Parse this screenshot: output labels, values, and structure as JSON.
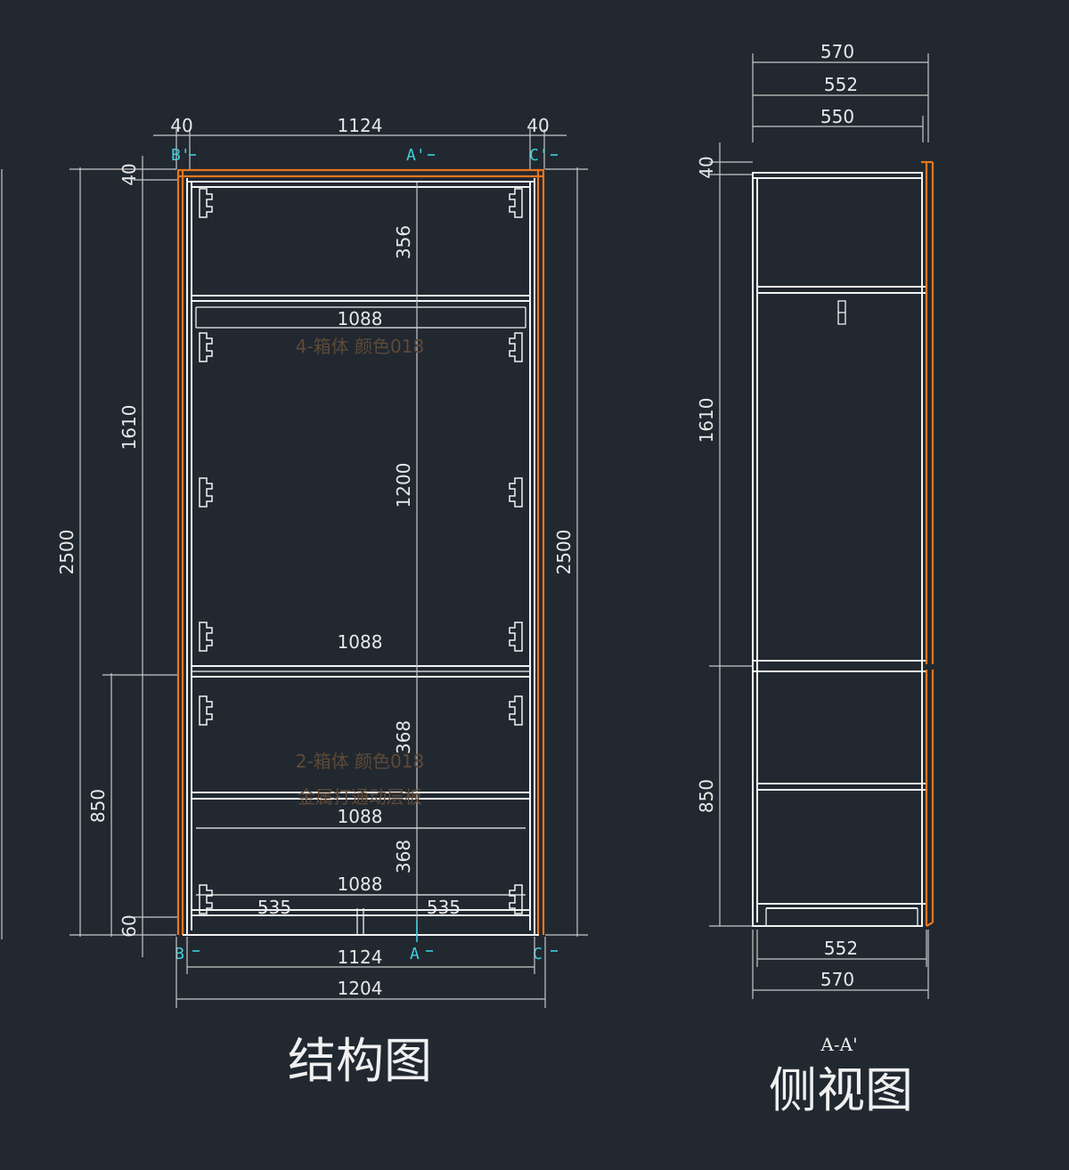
{
  "front_view": {
    "title": "结构图",
    "top_dims": [
      "40",
      "1124",
      "40"
    ],
    "bottom_dims": [
      "1124",
      "1204"
    ],
    "left_dims": [
      "40",
      "1610",
      "850",
      "60"
    ],
    "overall_height_left": "2500",
    "overall_height_right": "2500",
    "inner_heights": [
      "356",
      "1200",
      "368",
      "368"
    ],
    "shelf_widths": [
      "1088",
      "1088",
      "1088",
      "1088"
    ],
    "drawer_widths": [
      "535",
      "535"
    ],
    "section_marks": {
      "top_left": "B'",
      "top_mid": "A'",
      "top_right": "C'",
      "bottom_left": "B",
      "bottom_mid": "A",
      "bottom_right": "C"
    },
    "notes": [
      "4-箱体 颜色018",
      "2-箱体 颜色018",
      "金属打通动层板"
    ]
  },
  "side_view": {
    "title": "侧视图",
    "section_label": "A-A'",
    "top_dims": [
      "570",
      "552",
      "550"
    ],
    "bottom_dims": [
      "552",
      "570"
    ],
    "left_dims": [
      "40",
      "1610",
      "850"
    ]
  },
  "colors": {
    "background": "#212830",
    "line": "#f2f2f2",
    "door_edge": "#e8761e",
    "section_mark": "#3fd0e0"
  }
}
